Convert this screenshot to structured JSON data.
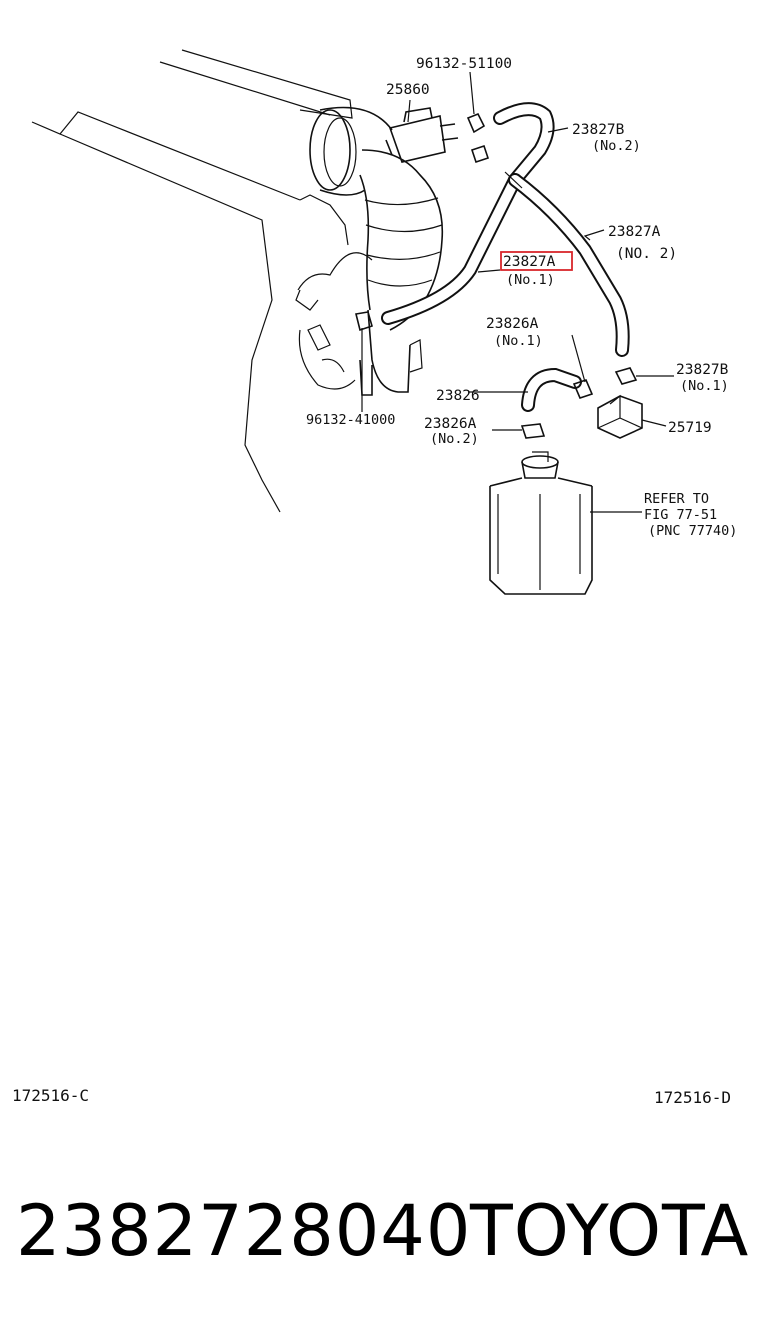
{
  "labels": {
    "p96132_51100": "96132-51100",
    "p25860": "25860",
    "p23827B_top": "23827B",
    "p23827B_top_sub": "(No.2)",
    "p23827A_right": "23827A",
    "p23827A_right_sub": "(NO. 2)",
    "p23827A_hl": "23827A",
    "p23827A_hl_sub": "(No.1)",
    "p23826A_top": "23826A",
    "p23826A_top_sub": "(No.1)",
    "p23827B_mid": "23827B",
    "p23827B_mid_sub": "(No.1)",
    "p23826": "23826",
    "p25719": "25719",
    "p96132_41000": "96132-41000",
    "p23826A_bot": "23826A",
    "p23826A_bot_sub": "(No.2)",
    "refer_1": "REFER TO",
    "refer_2": "FIG 77-51",
    "refer_3": "(PNC 77740)"
  },
  "figure_ids": {
    "left": "172516-C",
    "right": "172516-D"
  },
  "footer": {
    "part_number": "2382728040",
    "brand": "TOYOTA"
  },
  "colors": {
    "highlight": "#d9262b",
    "ink": "#111111"
  }
}
